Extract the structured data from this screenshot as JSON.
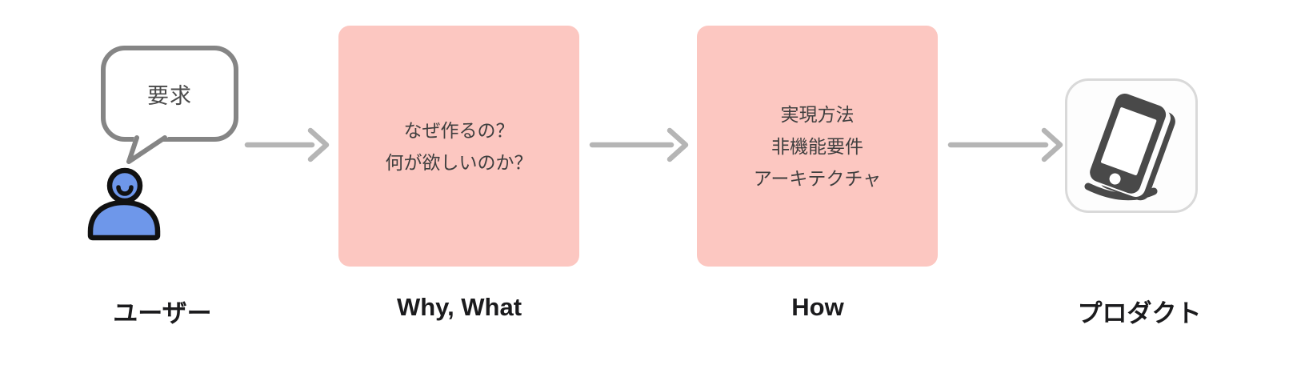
{
  "diagram": {
    "type": "flow",
    "direction": "left-to-right",
    "nodes": [
      {
        "id": "user",
        "label": "ユーザー",
        "bubble_text": "要求"
      },
      {
        "id": "why-what",
        "label": "Why, What",
        "lines": [
          "なぜ作るの？",
          "何が欲しいのか？"
        ]
      },
      {
        "id": "how",
        "label": "How",
        "lines": [
          "実現方法",
          "非機能要件",
          "アーキテクチャ"
        ]
      },
      {
        "id": "product",
        "label": "プロダクト"
      }
    ],
    "connectors": [
      {
        "from": "user",
        "to": "why-what",
        "type": "arrow-right"
      },
      {
        "from": "why-what",
        "to": "how",
        "type": "arrow-right"
      },
      {
        "from": "how",
        "to": "product",
        "type": "arrow-right"
      }
    ],
    "colors": {
      "background": "#ffffff",
      "box_fill": "#fcc7c1",
      "box_text": "#3f3f3f",
      "label_text": "#1b1b1d",
      "arrow": "#b5b5b5",
      "bubble_border": "#858585",
      "person_fill": "#6e97ea",
      "person_outline": "#111111",
      "phone": "#494949",
      "phone_tile_border": "#d9d9d9"
    }
  }
}
